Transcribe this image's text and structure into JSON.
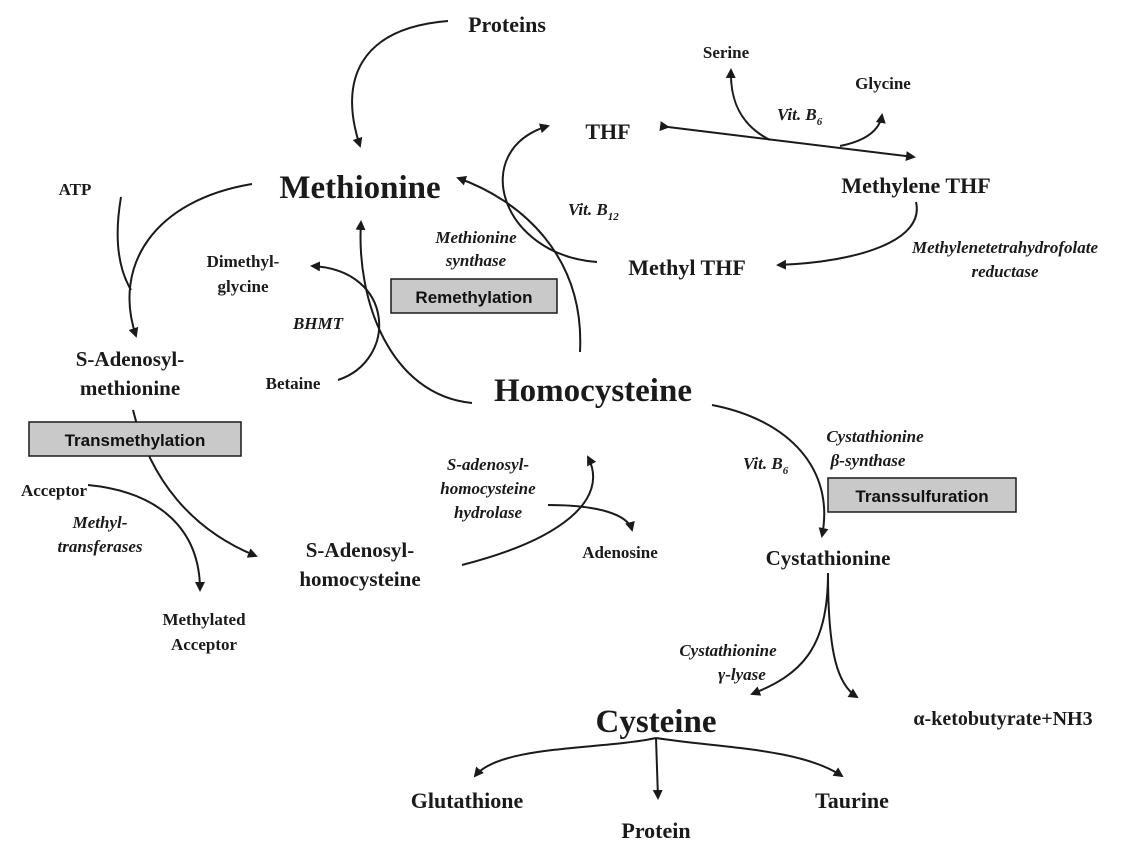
{
  "nodes": {
    "proteins": "Proteins",
    "methionine": "Methionine",
    "atp": "ATP",
    "sam_line1": "S-Adenosyl-",
    "sam_line2": "methionine",
    "acceptor": "Acceptor",
    "methylated_line1": "Methylated",
    "methylated_line2": "Acceptor",
    "sah_line1": "S-Adenosyl-",
    "sah_line2": "homocysteine",
    "adenosine": "Adenosine",
    "homocysteine": "Homocysteine",
    "dimethylglycine_line1": "Dimethyl-",
    "dimethylglycine_line2": "glycine",
    "betaine": "Betaine",
    "thf": "THF",
    "serine": "Serine",
    "glycine": "Glycine",
    "methylene_thf": "Methylene THF",
    "methyl_thf": "Methyl THF",
    "cystathionine": "Cystathionine",
    "cysteine": "Cysteine",
    "ketobutyrate": "α-ketobutyrate+NH3",
    "glutathione": "Glutathione",
    "protein": "Protein",
    "taurine": "Taurine"
  },
  "enzymes": {
    "methionine_synthase_line1": "Methionine",
    "methionine_synthase_line2": "synthase",
    "bhmt": "BHMT",
    "vit_b12": "Vit. B",
    "vit_b12_sub": "12",
    "vit_b6_top": "Vit. B",
    "vit_b6_top_sub": "6",
    "mthfr_line1": "Methylenetetrahydrofolate",
    "mthfr_line2": "reductase",
    "methyltransferases_line1": "Methyl-",
    "methyltransferases_line2": "transferases",
    "sah_hydrolase_line1": "S-adenosyl-",
    "sah_hydrolase_line2": "homocysteine",
    "sah_hydrolase_line3": "hydrolase",
    "cbs_line1": "Cystathionine",
    "cbs_line2": "β-synthase",
    "vit_b6_cbs": "Vit. B",
    "vit_b6_cbs_sub": "6",
    "cgl_line1": "Cystathionine",
    "cgl_line2": "γ-lyase"
  },
  "processes": {
    "remethylation": "Remethylation",
    "transmethylation": "Transmethylation",
    "transsulfuration": "Transsulfuration"
  }
}
